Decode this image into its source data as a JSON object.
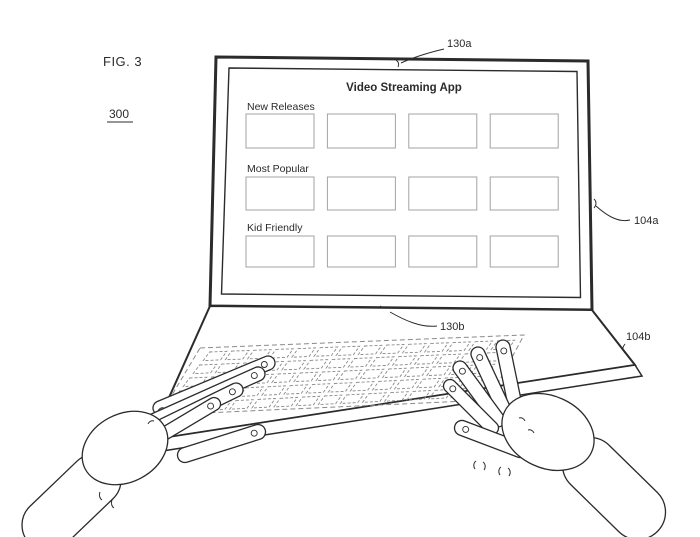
{
  "figure": {
    "label": "FIG. 3",
    "reference": "300",
    "callouts": {
      "screen": "130a",
      "display_housing": "104a",
      "hinge": "130b",
      "base_housing": "104b"
    }
  },
  "app": {
    "title": "Video Streaming App",
    "sections": [
      {
        "label": "New Releases",
        "thumbnails": 4
      },
      {
        "label": "Most Popular",
        "thumbnails": 4
      },
      {
        "label": "Kid Friendly",
        "thumbnails": 4
      }
    ]
  },
  "colors": {
    "ink": "#2b2b2b",
    "thumbnail_border": "#a3a3a3",
    "key_ink": "#8a8a8a",
    "background": "#ffffff"
  }
}
